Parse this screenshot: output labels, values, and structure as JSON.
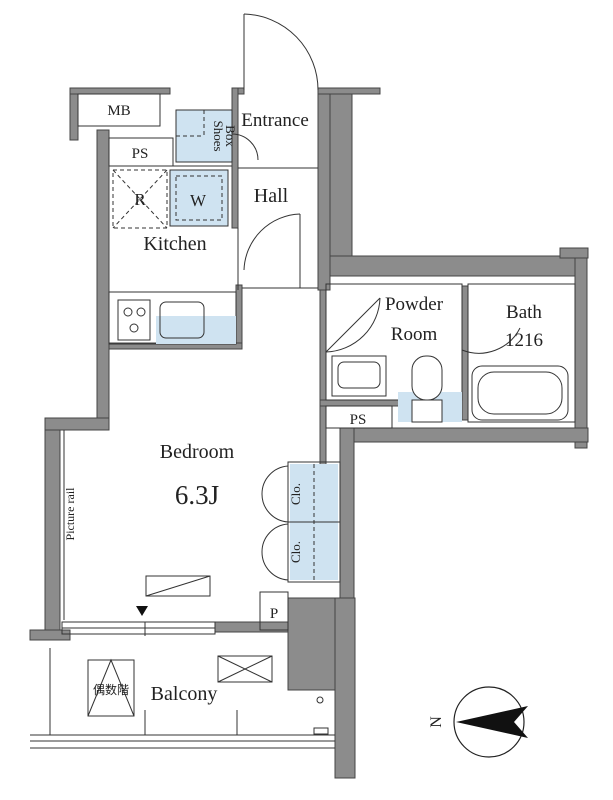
{
  "rooms": {
    "mb": "MB",
    "ps_top": "PS",
    "shoes_box_line1": "Shoes",
    "shoes_box_line2": "Box",
    "entrance": "Entrance",
    "refrigerator": "R",
    "washer": "W",
    "hall": "Hall",
    "kitchen": "Kitchen",
    "powder_room_line1": "Powder",
    "powder_room_line2": "Room",
    "bath": "Bath",
    "bath_size": "1216",
    "ps_mid": "PS",
    "bedroom": "Bedroom",
    "bedroom_size": "6.3J",
    "closet_1": "Clo.",
    "closet_2": "Clo.",
    "picture_rail": "Picture rail",
    "p": "P",
    "balcony": "Balcony",
    "escape_hatch": "偶数階"
  },
  "compass": {
    "north": "N"
  },
  "colors": {
    "wall": "#8c8c8c",
    "wall_dark": "#444444",
    "fixture_fill": "#cfe3f1",
    "line": "#333333"
  }
}
